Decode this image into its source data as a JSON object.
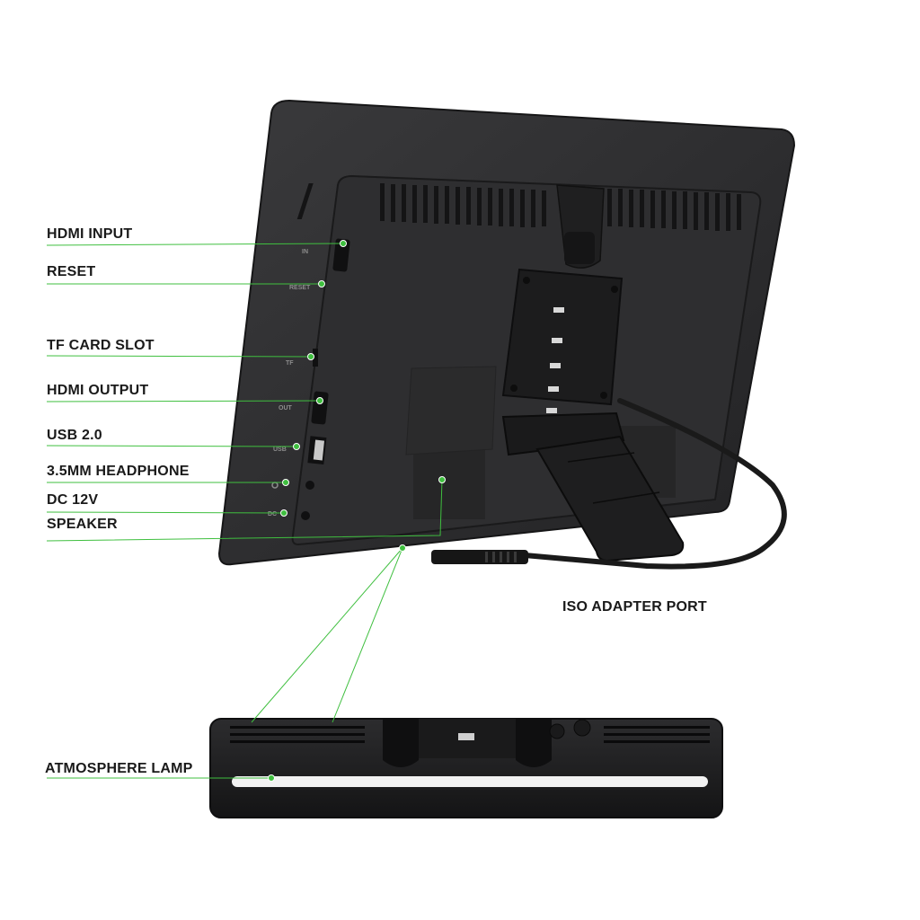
{
  "labels": {
    "hdmi_input": "HDMI INPUT",
    "reset": "RESET",
    "tf_card_slot": "TF CARD SLOT",
    "hdmi_output": "HDMI OUTPUT",
    "usb": "USB 2.0",
    "headphone": "3.5MM HEADPHONE",
    "dc": "DC 12V",
    "speaker": "SPEAKER",
    "iso_adapter": "ISO ADAPTER PORT",
    "atmosphere_lamp": "ATMOSPHERE LAMP"
  },
  "port_marks": {
    "in": "IN",
    "reset": "RESET",
    "tf": "TF",
    "out": "OUT",
    "usb": "USB",
    "dc": "DC"
  },
  "colors": {
    "leader_line": "#3fbf3f",
    "device_body": "#2a2a2c",
    "device_edge": "#161617",
    "lamp_strip": "#f2f2f2"
  }
}
